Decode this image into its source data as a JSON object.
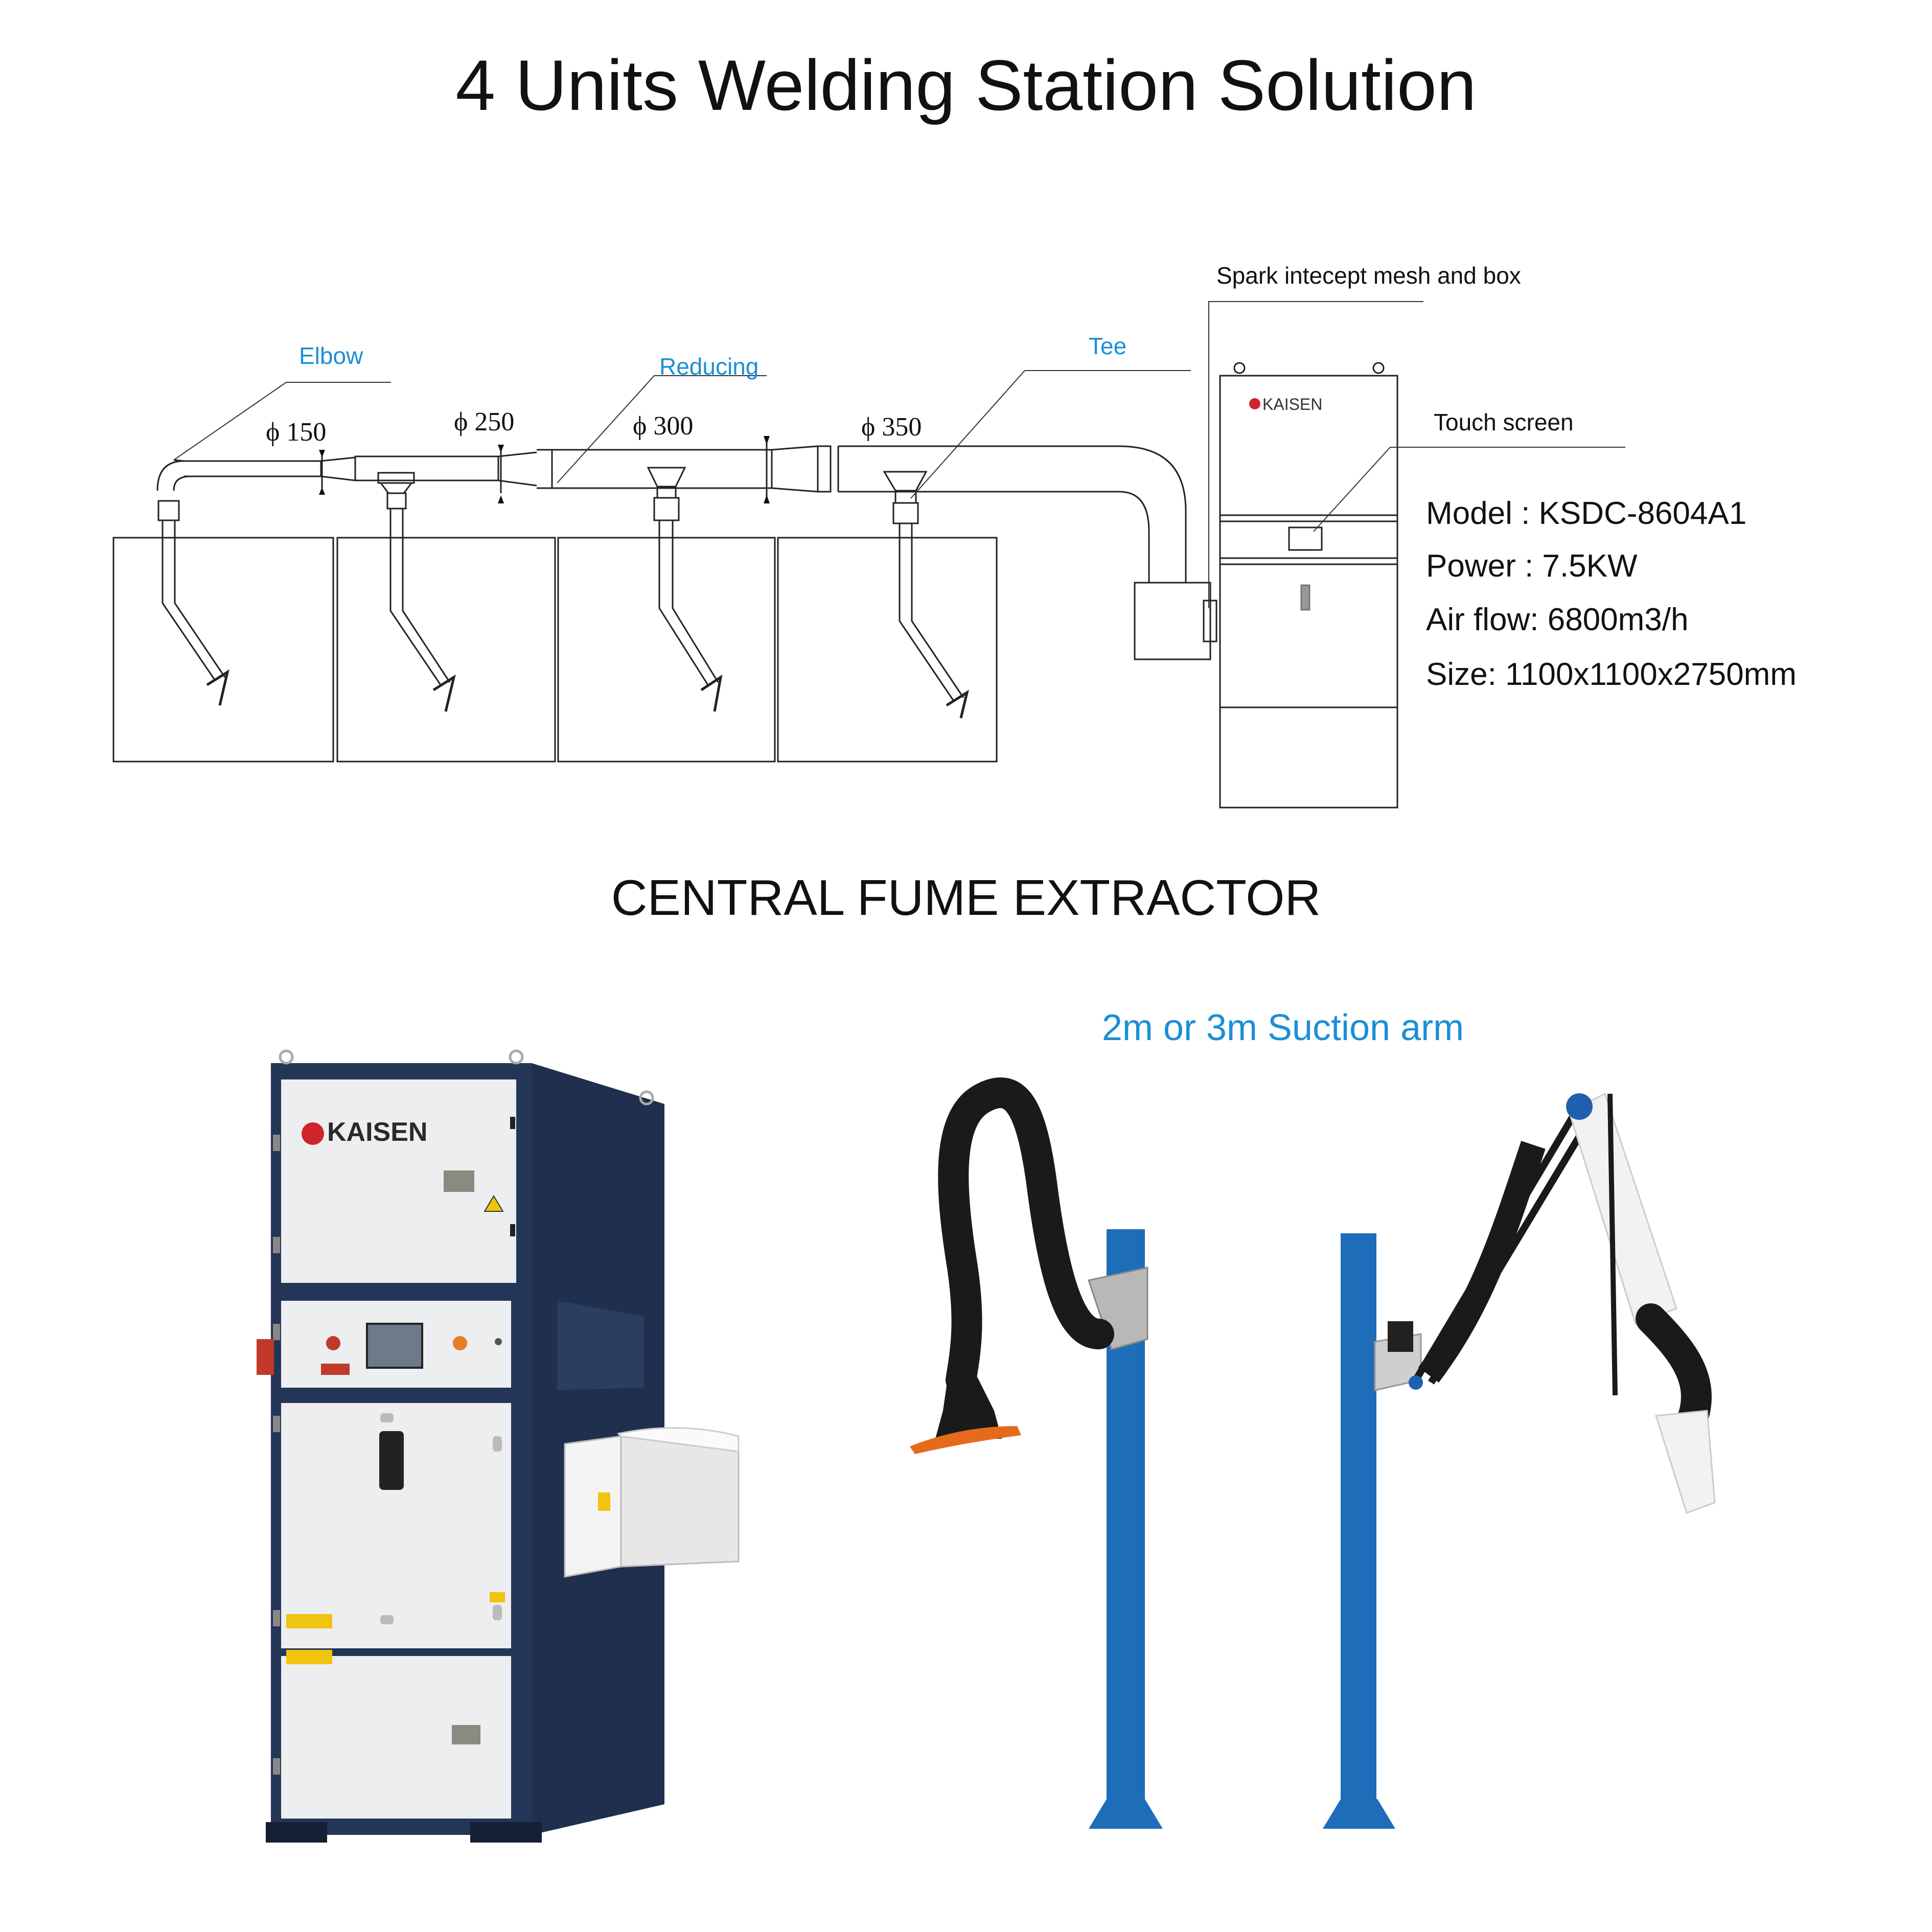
{
  "title": "4 Units Welding Station Solution",
  "labels": {
    "elbow": "Elbow",
    "reducing": "Reducing",
    "tee": "Tee",
    "spark": "Spark intecept mesh and  box",
    "touch": "Touch screen"
  },
  "diameters": [
    "ϕ 150",
    "ϕ 250",
    "ϕ 300",
    "ϕ 350"
  ],
  "specs": {
    "model": "Model : KSDC-8604A1",
    "power": "Power : 7.5KW",
    "airflow": "Air flow: 6800m3/h",
    "size": "Size: 1100x1100x2750mm"
  },
  "brand": "KAISEN",
  "section_title": "CENTRAL FUME EXTRACTOR",
  "arm_label": "2m or 3m Suction arm",
  "colors": {
    "accent": "#1a8fd6",
    "cabinet_frame": "#243657",
    "cabinet_panel": "#eceef0",
    "pillar": "#1e6db8",
    "brand_red": "#d0242c",
    "hose": "#1a1a1a"
  }
}
